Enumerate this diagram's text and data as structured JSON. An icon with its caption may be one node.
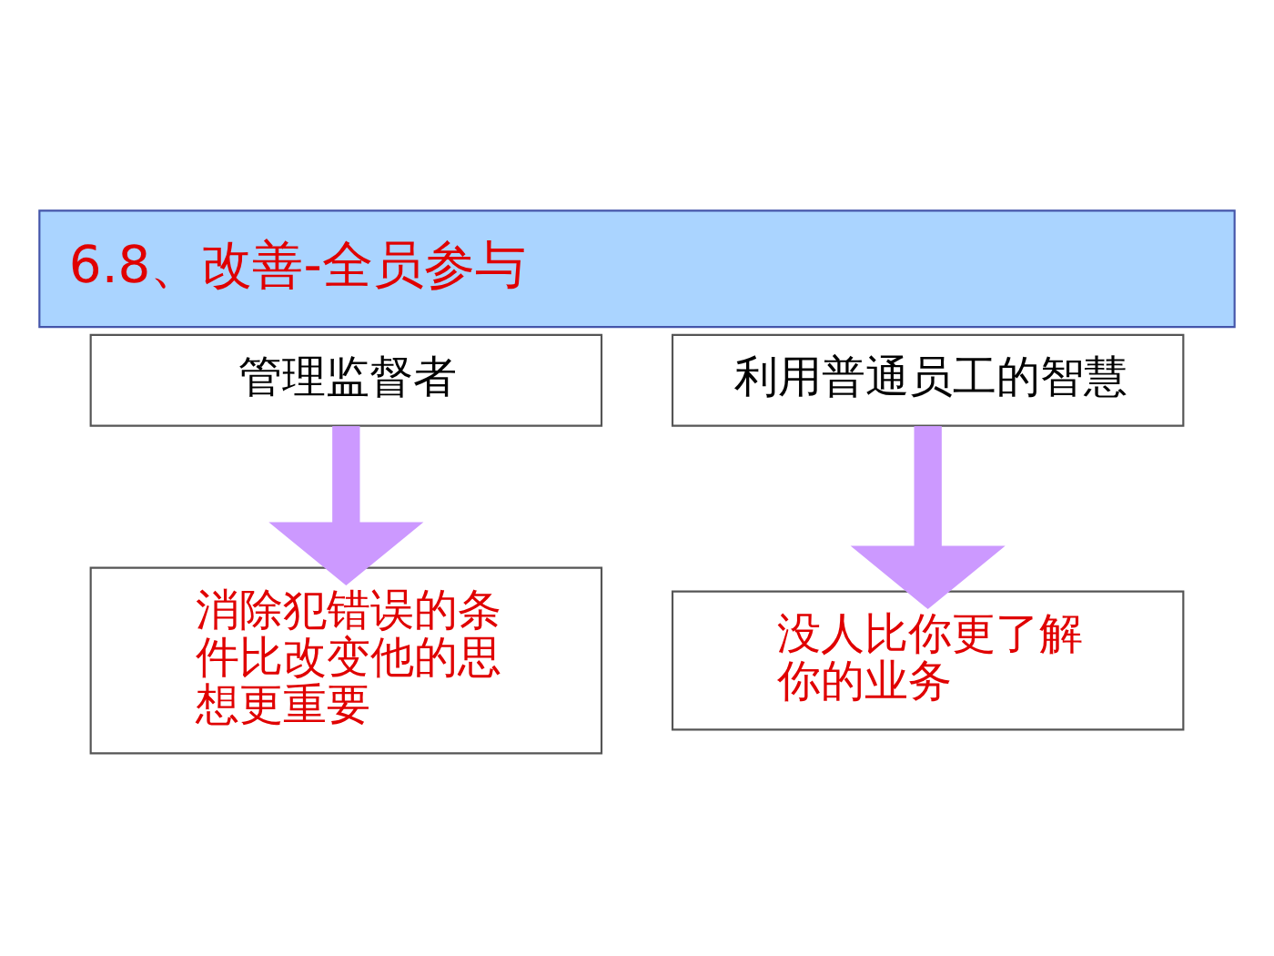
{
  "diagram": {
    "title": "6.8、改善-全员参与",
    "nodes": [
      {
        "text": [
          "管理监督者"
        ]
      },
      {
        "text": [
          "利用普通员工的智慧"
        ]
      },
      {
        "text": [
          "消除犯错误的条件比改变他的思想更重要"
        ]
      },
      {
        "text": [
          "没人比你更了解你的业务"
        ]
      }
    ],
    "edges": [
      {
        "from": 0,
        "to": 2,
        "arrow": "to",
        "color": "#cc99ff"
      },
      {
        "from": 1,
        "to": 3,
        "arrow": "to",
        "color": "#cc99ff"
      }
    ]
  }
}
